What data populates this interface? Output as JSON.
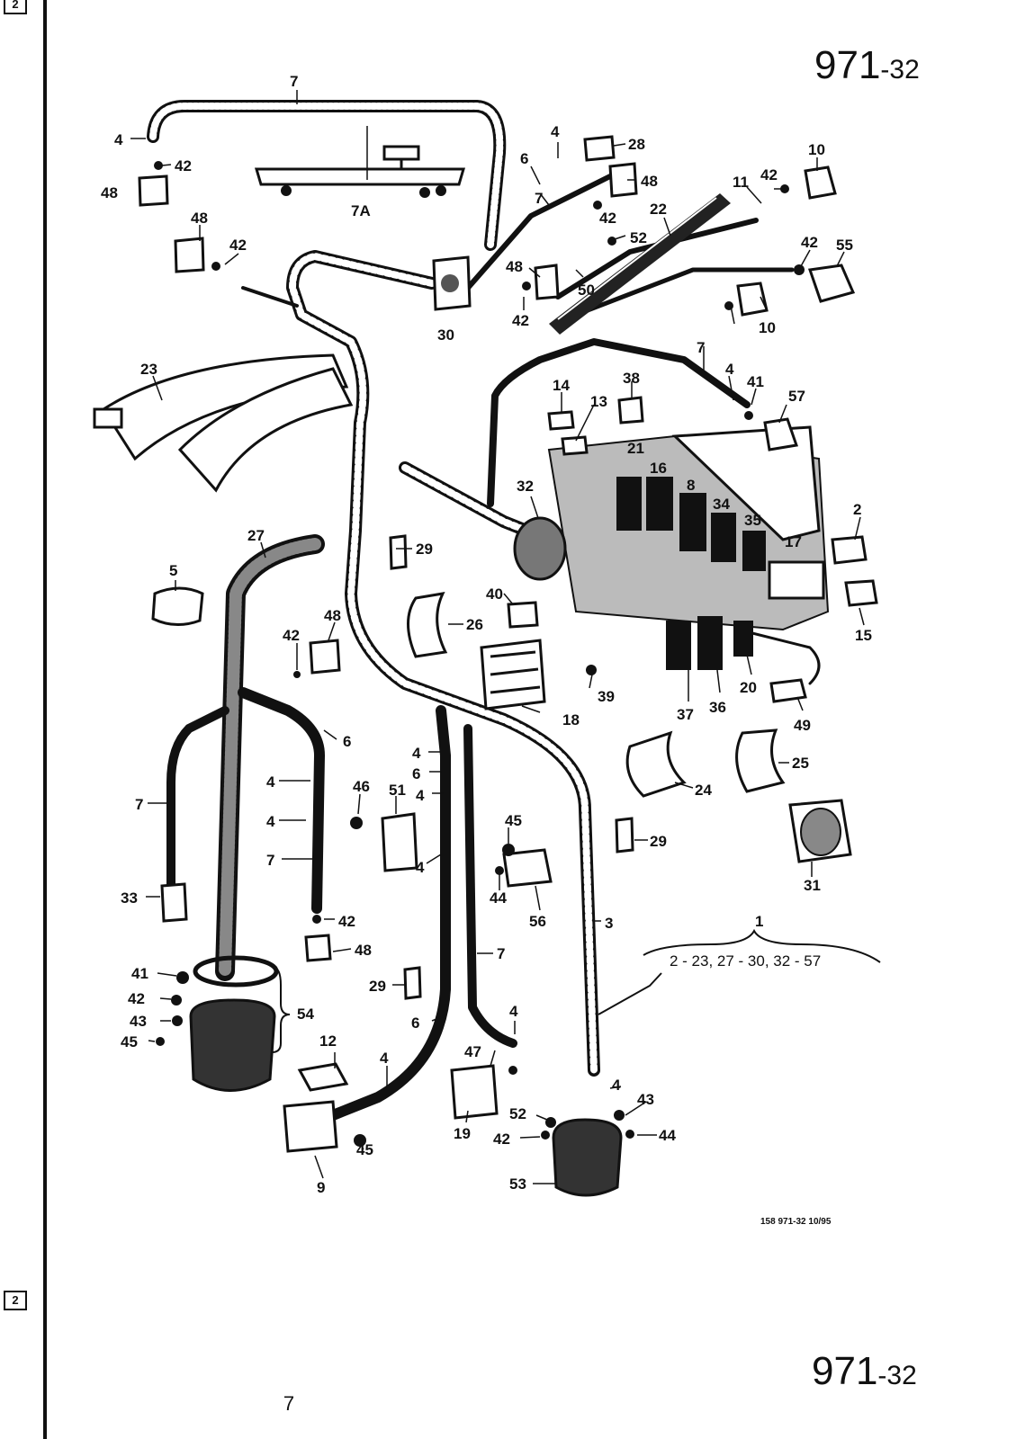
{
  "page": {
    "title_main": "971",
    "title_suffix": "-32",
    "bottom_main": "971",
    "bottom_suffix": "-32",
    "footer_code": "158   971-32   10/95",
    "bottom_number": "7",
    "binding_tab_top": "2",
    "binding_tab_bottom": "2"
  },
  "assembly": {
    "number": "1",
    "range": "2 - 23, 27 - 30, 32 - 57"
  },
  "callouts": [
    "7",
    "4",
    "42",
    "48",
    "7A",
    "6",
    "28",
    "48",
    "7",
    "42",
    "4",
    "52",
    "10",
    "11",
    "42",
    "22",
    "42",
    "55",
    "48",
    "42",
    "48",
    "50",
    "30",
    "42",
    "10",
    "7",
    "4",
    "41",
    "57",
    "23",
    "14",
    "13",
    "38",
    "21",
    "16",
    "8",
    "34",
    "35",
    "2",
    "17",
    "32",
    "27",
    "29",
    "5",
    "40",
    "26",
    "48",
    "15",
    "42",
    "39",
    "37",
    "36",
    "20",
    "49",
    "18",
    "6",
    "4",
    "4",
    "24",
    "6",
    "25",
    "7",
    "46",
    "51",
    "4",
    "4",
    "29",
    "45",
    "44",
    "31",
    "33",
    "4",
    "7",
    "56",
    "3",
    "7",
    "42",
    "48",
    "41",
    "42",
    "43",
    "45",
    "54",
    "29",
    "6",
    "4",
    "12",
    "47",
    "4",
    "43",
    "52",
    "42",
    "44",
    "19",
    "45",
    "9",
    "53"
  ]
}
